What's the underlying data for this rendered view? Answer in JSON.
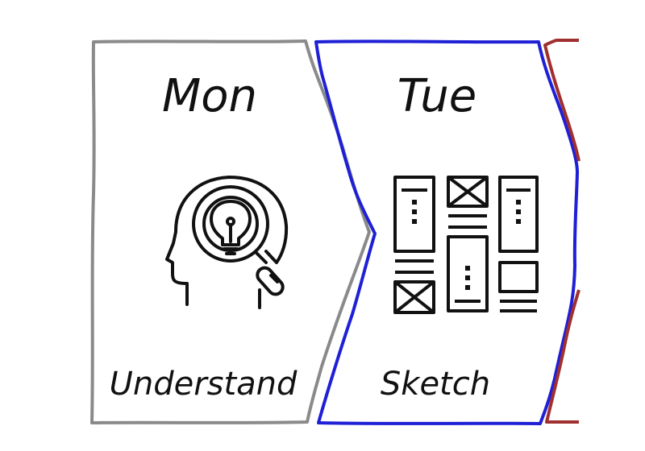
{
  "steps": [
    {
      "day": "Mon",
      "label": "Understand",
      "icon": "head-lightbulb-magnifier-icon",
      "border_color": "#8a8a8a"
    },
    {
      "day": "Tue",
      "label": "Sketch",
      "icon": "wireframe-layout-icon",
      "border_color": "#1f1fd6"
    },
    {
      "day": "",
      "label": "",
      "icon": "",
      "border_color": "#a03030"
    }
  ]
}
